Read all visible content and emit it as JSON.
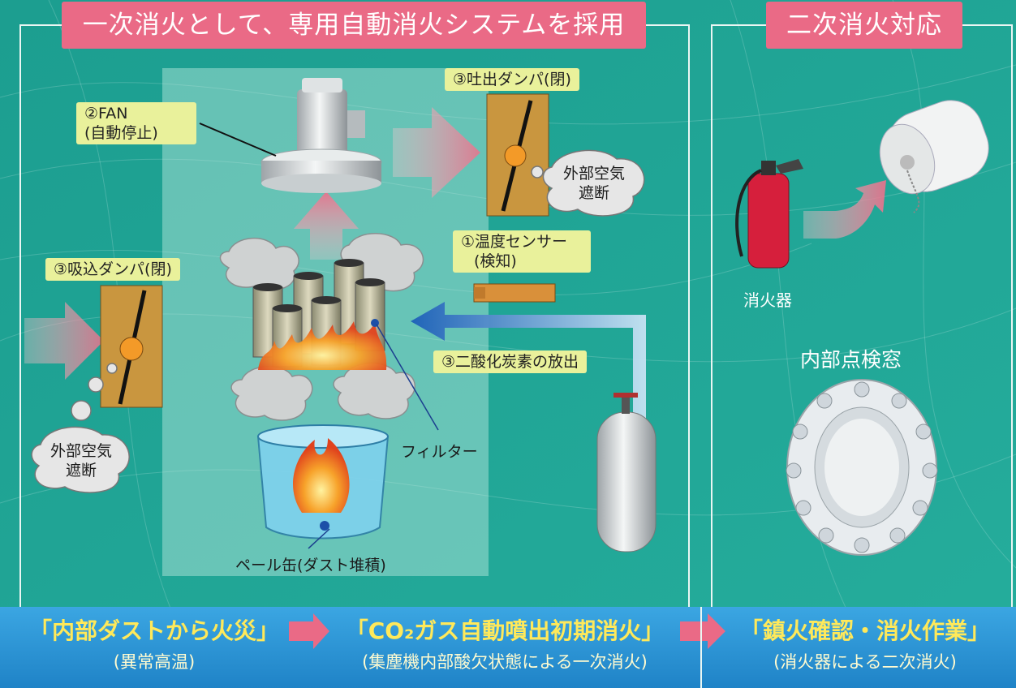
{
  "primary_title": "一次消火として、専用自動消火システムを採用",
  "secondary_title": "二次消火対応",
  "labels": {
    "exhaust_damper": "③吐出ダンパ(閉)",
    "fan_line1": "②FAN",
    "fan_line2": "(自動停止)",
    "intake_damper": "③吸込ダンパ(閉)",
    "temp_sensor_line1": "①温度センサー",
    "temp_sensor_line2": "(検知)",
    "co2_release": "③二酸化炭素の放出",
    "outside_air_1_line1": "外部空気",
    "outside_air_1_line2": "遮断",
    "outside_air_2_line1": "外部空気",
    "outside_air_2_line2": "遮断",
    "filter": "フィルター",
    "pail_can": "ペール缶(ダスト堆積)",
    "extinguisher": "消火器",
    "inspection_window": "内部点検窓"
  },
  "bottom": {
    "step1_main": "「内部ダストから火災」",
    "step1_sub": "(異常高温)",
    "step2_main": "「CO₂ガス自動噴出初期消火」",
    "step2_sub": "(集塵機内部酸欠状態による一次消火)",
    "step3_main": "「鎮火確認・消火作業」",
    "step3_sub": "(消火器による二次消火)"
  },
  "colors": {
    "background": "#1fa596",
    "title_badge": "#ea6a86",
    "label_bg": "#e9f19b",
    "damper": "#c9963f",
    "co2_arrow": "#1c5fb8",
    "flow_arrow": "#f08aa0",
    "bottom_band": "#2a95d6",
    "bottom_text": "#ffe95a"
  },
  "icons": [
    "fan-motor-icon",
    "damper-icon",
    "smoke-cloud-icon",
    "filter-cartridge-icon",
    "fire-icon",
    "pail-can-icon",
    "co2-cylinder-icon",
    "fire-extinguisher-icon",
    "inspection-window-icon",
    "thermo-sensor-icon"
  ]
}
